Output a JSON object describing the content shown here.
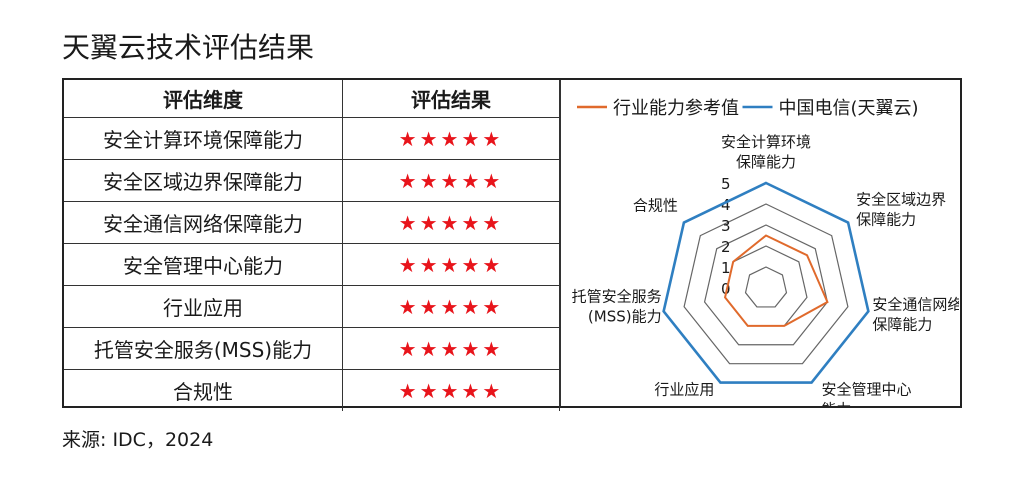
{
  "title": "天翼云技术评估结果",
  "table": {
    "headers": [
      "评估维度",
      "评估结果"
    ],
    "rows": [
      {
        "dimension": "安全计算环境保障能力",
        "result": "★★★★★",
        "stars": 5
      },
      {
        "dimension": "安全区域边界保障能力",
        "result": "★★★★★",
        "stars": 5
      },
      {
        "dimension": "安全通信网络保障能力",
        "result": "★★★★★",
        "stars": 5
      },
      {
        "dimension": "安全管理中心能力",
        "result": "★★★★★",
        "stars": 5
      },
      {
        "dimension": "行业应用",
        "result": "★★★★★",
        "stars": 5
      },
      {
        "dimension": "托管安全服务(MSS)能力",
        "result": "★★★★★",
        "stars": 5
      },
      {
        "dimension": "合规性",
        "result": "★★★★★",
        "stars": 5
      }
    ]
  },
  "chart_data": {
    "type": "radar",
    "axes": [
      [
        "安全计算环境",
        "保障能力"
      ],
      [
        "安全区域边界",
        "保障能力"
      ],
      [
        "安全通信网络",
        "保障能力"
      ],
      [
        "安全管理中心",
        "能力"
      ],
      [
        "行业应用"
      ],
      [
        "托管安全服务",
        "(MSS)能力"
      ],
      [
        "合规性"
      ]
    ],
    "tick_labels": [
      "0",
      "1",
      "2",
      "3",
      "4",
      "5"
    ],
    "range": [
      0,
      5
    ],
    "series": [
      {
        "name": "行业能力参考值",
        "color": "#e06a2c",
        "values": [
          2.5,
          2.5,
          3.0,
          2.0,
          2.0,
          2.0,
          2.0
        ]
      },
      {
        "name": "中国电信(天翼云)",
        "color": "#2f7fc1",
        "values": [
          5,
          5,
          5,
          5,
          5,
          5,
          5
        ]
      }
    ],
    "legend": "top",
    "grid_color": "#666666"
  },
  "source": "来源: IDC，2024"
}
